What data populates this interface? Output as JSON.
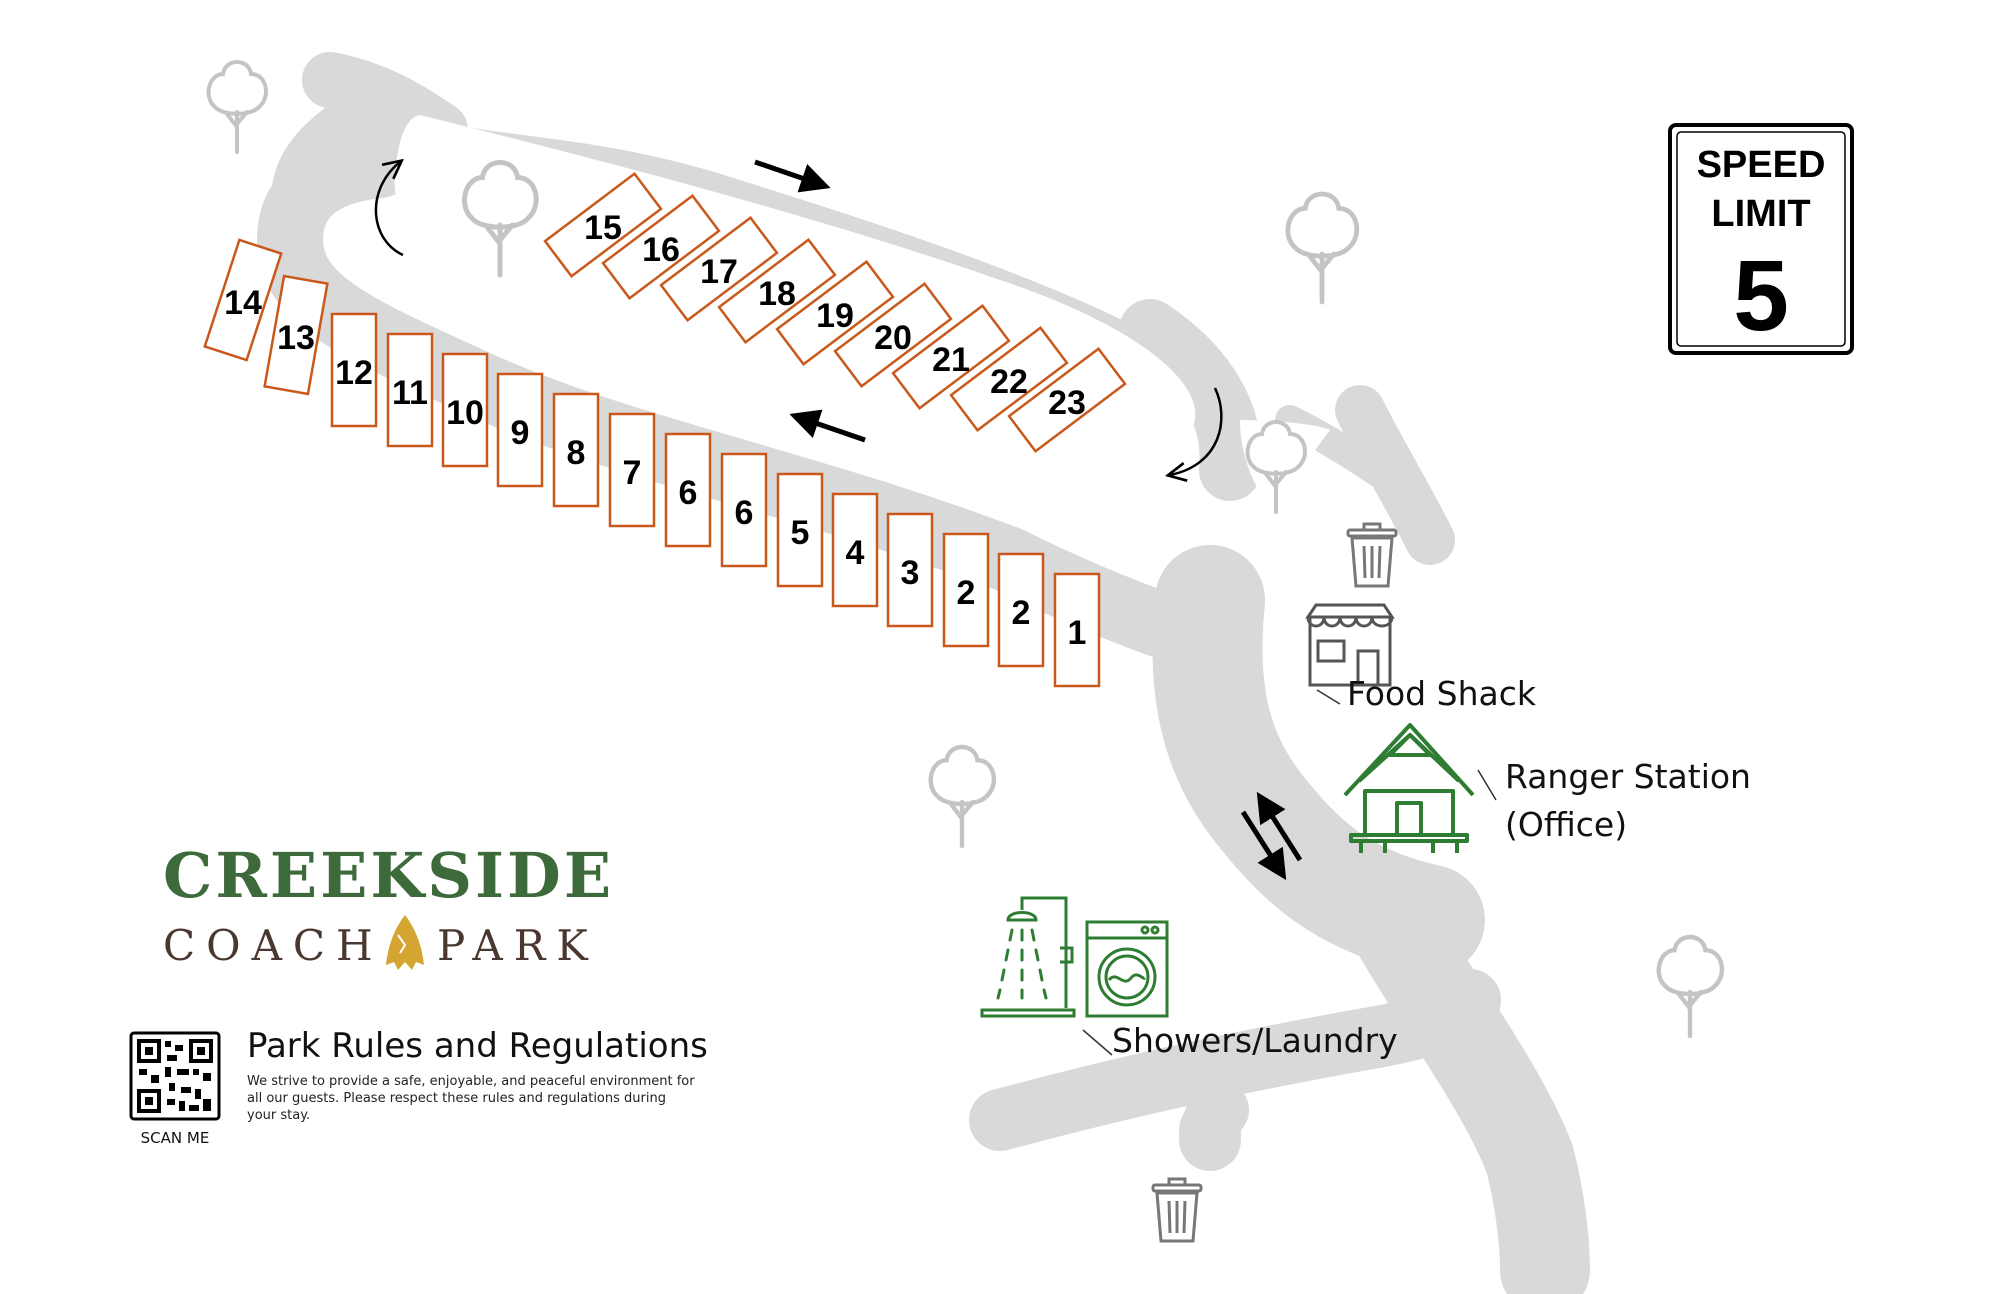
{
  "park": {
    "name_line1": "CREEKSIDE",
    "name_line2_left": "COACH",
    "name_line2_right": "PARK"
  },
  "speed_sign": {
    "line1": "SPEED",
    "line2": "LIMIT",
    "value": "5"
  },
  "sites": [
    "14",
    "13",
    "12",
    "11",
    "10",
    "9",
    "8",
    "7",
    "6",
    "6",
    "5",
    "4",
    "3",
    "2",
    "2",
    "1",
    "15",
    "16",
    "17",
    "18",
    "19",
    "20",
    "21",
    "22",
    "23"
  ],
  "facilities": {
    "food_shack": "Food Shack",
    "ranger_station_line1": "Ranger Station",
    "ranger_station_line2": "(Office)",
    "showers_laundry": "Showers/Laundry"
  },
  "rules": {
    "title": "Park Rules and Regulations",
    "text_line1": "We strive to provide a safe, enjoyable, and peaceful environment for",
    "text_line2": "all our guests. Please respect these rules and regulations during",
    "text_line3": "your stay.",
    "qr_caption": "SCAN ME"
  },
  "colors": {
    "road": "#d9d9d9",
    "site_outline": "#c9581a",
    "brand_green": "#3d6a3a",
    "brand_brown": "#4a3730",
    "brand_gold": "#d4a531",
    "icon_green": "#2e7d32",
    "tree_gray": "#c4c4c4"
  },
  "icons": [
    "tree-icon",
    "trash-can-icon",
    "store-icon",
    "cabin-icon",
    "shower-icon",
    "washing-machine-icon",
    "qr-code-icon",
    "arrowhead-logo-icon",
    "direction-arrow-icon"
  ]
}
